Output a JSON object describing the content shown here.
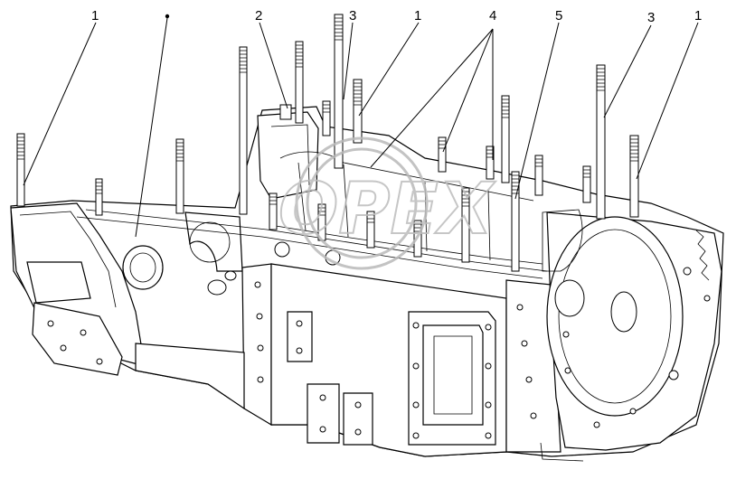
{
  "callouts": [
    {
      "id": "c1a",
      "label": "1"
    },
    {
      "id": "c2",
      "label": "2"
    },
    {
      "id": "c3a",
      "label": "3"
    },
    {
      "id": "c1b",
      "label": "1"
    },
    {
      "id": "c4",
      "label": "4"
    },
    {
      "id": "c5",
      "label": "5"
    },
    {
      "id": "c3b",
      "label": "3"
    },
    {
      "id": "c1c",
      "label": "1"
    }
  ],
  "watermark": {
    "text": "OPEX",
    "type": "logo"
  }
}
